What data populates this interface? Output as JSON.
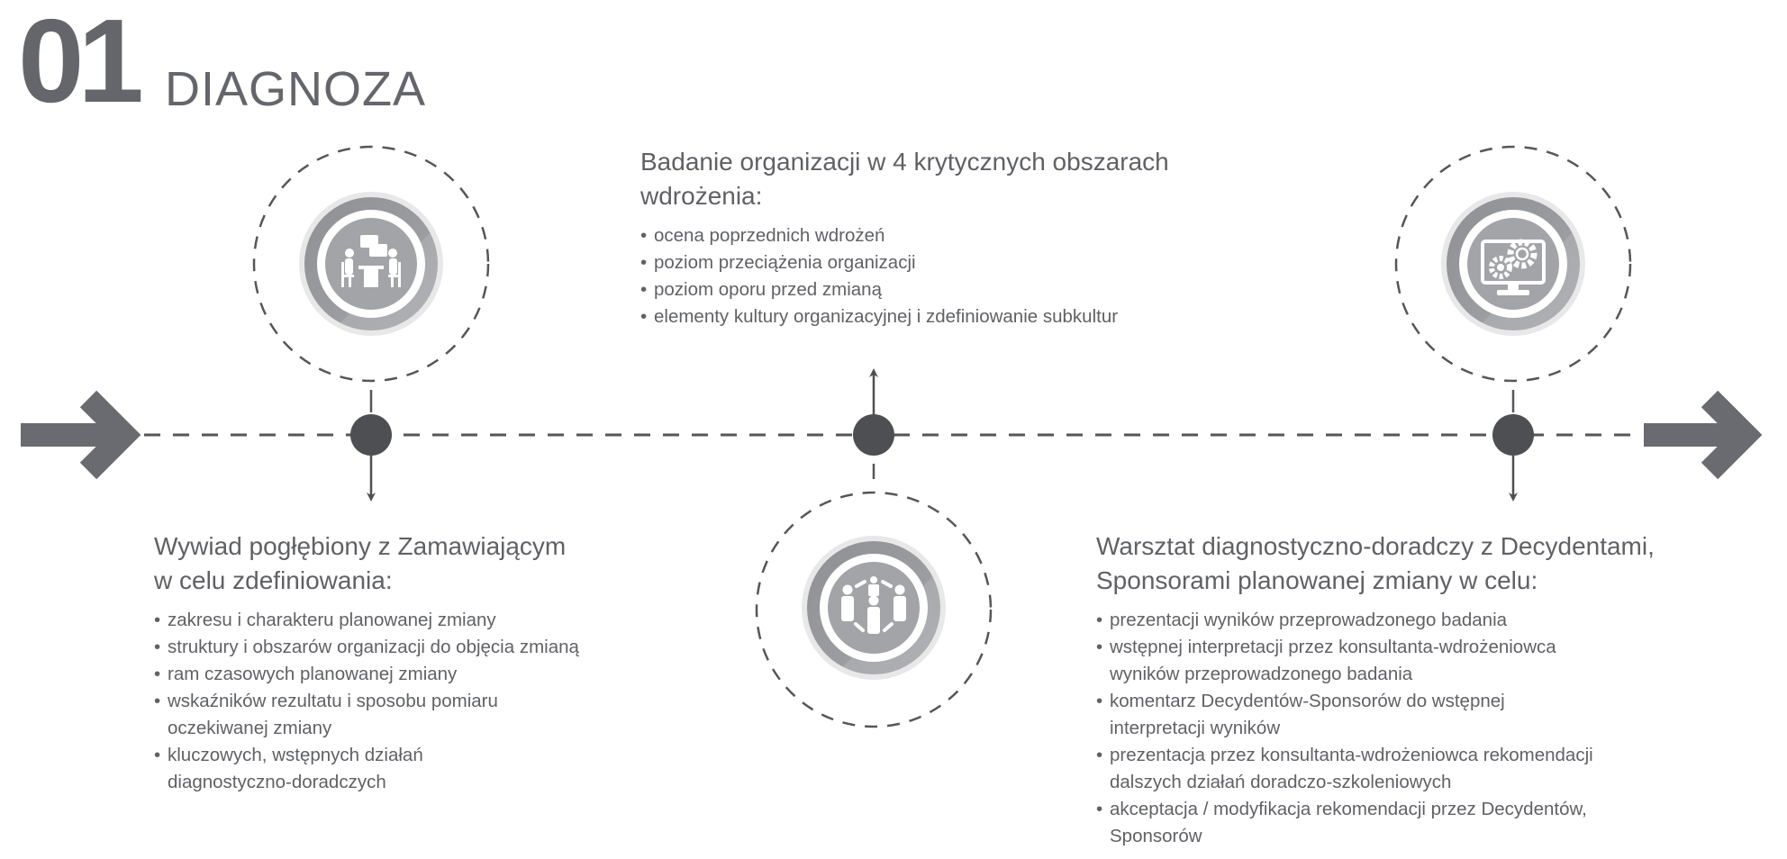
{
  "header": {
    "number": "01",
    "title": "DIAGNOZA"
  },
  "colors": {
    "text": "#606166",
    "node": "#4e4f53",
    "arrow": "#6a6b70",
    "medallion": "#9c9da1"
  },
  "steps": [
    {
      "icon": "meeting-icon",
      "heading": [
        "Wywiad pogłębiony z Zamawiającym",
        "w celu zdefiniowania:"
      ],
      "bullets": [
        [
          "zakresu i charakteru planowanej zmiany"
        ],
        [
          "struktury i obszarów organizacji  do objęcia zmianą"
        ],
        [
          "ram czasowych planowanej zmiany"
        ],
        [
          "wskaźników rezultatu i sposobu pomiaru",
          "oczekiwanej zmiany"
        ],
        [
          "kluczowych, wstępnych działań",
          "diagnostyczno-doradczych"
        ]
      ]
    },
    {
      "icon": "team-network-icon",
      "heading": [
        "Badanie organizacji w 4 krytycznych obszarach",
        "wdrożenia:"
      ],
      "bullets": [
        [
          "ocena poprzednich wdrożeń"
        ],
        [
          "poziom przeciążenia organizacji"
        ],
        [
          "poziom oporu przed zmianą"
        ],
        [
          "elementy kultury organizacyjnej i zdefiniowanie subkultur"
        ]
      ]
    },
    {
      "icon": "monitor-gears-icon",
      "heading": [
        "Warsztat diagnostyczno-doradczy z Decydentami,",
        "Sponsorami planowanej zmiany w celu:"
      ],
      "bullets": [
        [
          "prezentacji wyników przeprowadzonego badania"
        ],
        [
          "wstępnej interpretacji przez konsultanta-wdrożeniowca",
          "wyników przeprowadzonego badania"
        ],
        [
          "komentarz Decydentów-Sponsorów do wstępnej",
          "interpretacji wyników"
        ],
        [
          "prezentacja przez konsultanta-wdrożeniowca rekomendacji",
          "dalszych działań doradczo-szkoleniowych"
        ],
        [
          "akceptacja / modyfikacja rekomendacji przez Decydentów,",
          "Sponsorów"
        ]
      ]
    }
  ]
}
